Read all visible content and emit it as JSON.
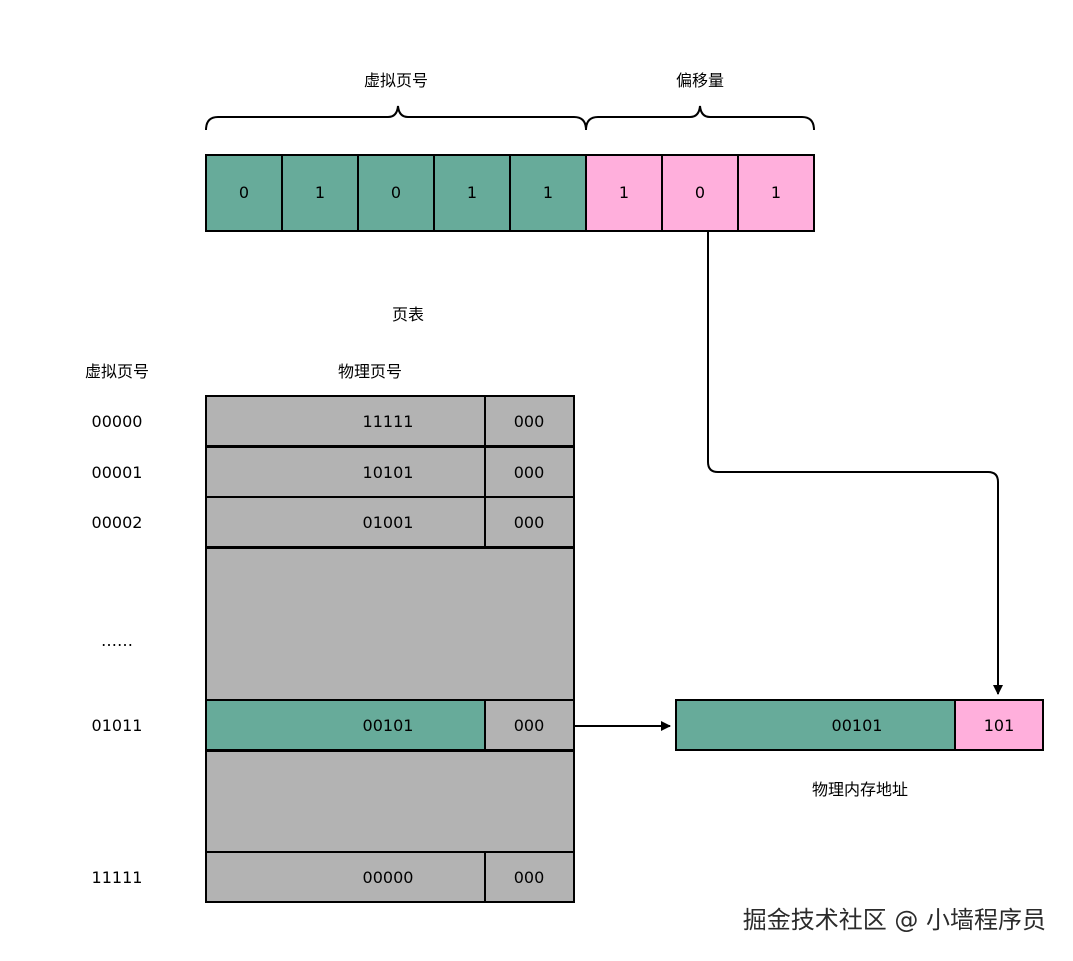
{
  "header": {
    "vpn_label": "虚拟页号",
    "offset_label": "偏移量"
  },
  "virtual_address_bits": [
    {
      "bit": "0",
      "part": "vpn"
    },
    {
      "bit": "1",
      "part": "vpn"
    },
    {
      "bit": "0",
      "part": "vpn"
    },
    {
      "bit": "1",
      "part": "vpn"
    },
    {
      "bit": "1",
      "part": "vpn"
    },
    {
      "bit": "1",
      "part": "offset"
    },
    {
      "bit": "0",
      "part": "offset"
    },
    {
      "bit": "1",
      "part": "offset"
    }
  ],
  "page_table": {
    "title": "页表",
    "vpn_column_label": "虚拟页号",
    "ppn_column_label": "物理页号",
    "rows": [
      {
        "vpn": "00000",
        "ppn": "11111",
        "flags": "000"
      },
      {
        "vpn": "00001",
        "ppn": "10101",
        "flags": "000"
      },
      {
        "vpn": "00002",
        "ppn": "01001",
        "flags": "000"
      },
      {
        "vpn": "01011",
        "ppn": "00101",
        "flags": "000",
        "highlight": true
      },
      {
        "vpn": "11111",
        "ppn": "00000",
        "flags": "000"
      }
    ],
    "ellipsis": "……"
  },
  "physical_address": {
    "ppn": "00101",
    "offset": "101",
    "label": "物理内存地址"
  },
  "watermark": "掘金技术社区 @ 小墙程序员",
  "colors": {
    "green": "#67ab9a",
    "pink": "#ffafdc",
    "gray": "#b3b3b3",
    "stroke": "#000000"
  }
}
